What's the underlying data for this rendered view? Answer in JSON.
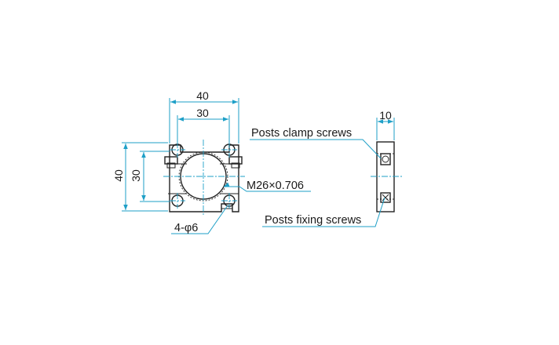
{
  "front_view": {
    "dim_overall_width": "40",
    "dim_hole_spacing_x": "30",
    "dim_overall_height": "40",
    "dim_hole_spacing_y": "30",
    "thread_callout": "M26×0.706",
    "holes_callout": "4-φ6"
  },
  "side_view": {
    "dim_thickness": "10",
    "label_clamp_screws": "Posts clamp screws",
    "label_fixing_screws": "Posts fixing screws"
  },
  "colors": {
    "dimension_line": "#1e9fc7",
    "outline": "#222222"
  }
}
